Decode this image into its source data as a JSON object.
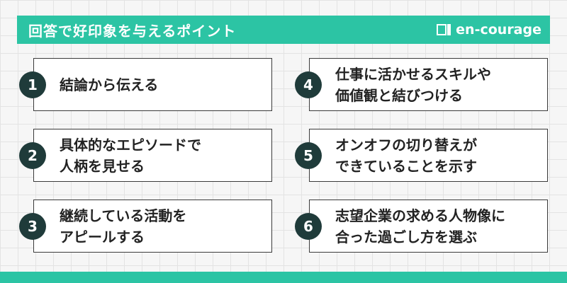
{
  "header": {
    "title": "回答で好印象を与えるポイント",
    "logo_text": "en-courage"
  },
  "points": [
    {
      "number": "1",
      "text": "結論から伝える"
    },
    {
      "number": "2",
      "text": "具体的なエピソードで\n人柄を見せる"
    },
    {
      "number": "3",
      "text": "継続している活動を\nアピールする"
    },
    {
      "number": "4",
      "text": "仕事に活かせるスキルや\n価値観と結びつける"
    },
    {
      "number": "5",
      "text": "オンオフの切り替えが\nできていることを示す"
    },
    {
      "number": "6",
      "text": "志望企業の求める人物像に\n合った過ごし方を選ぶ"
    }
  ],
  "colors": {
    "accent": "#2cc4a4",
    "badge": "#1f3b3a",
    "card_border": "#3a3a3a"
  }
}
